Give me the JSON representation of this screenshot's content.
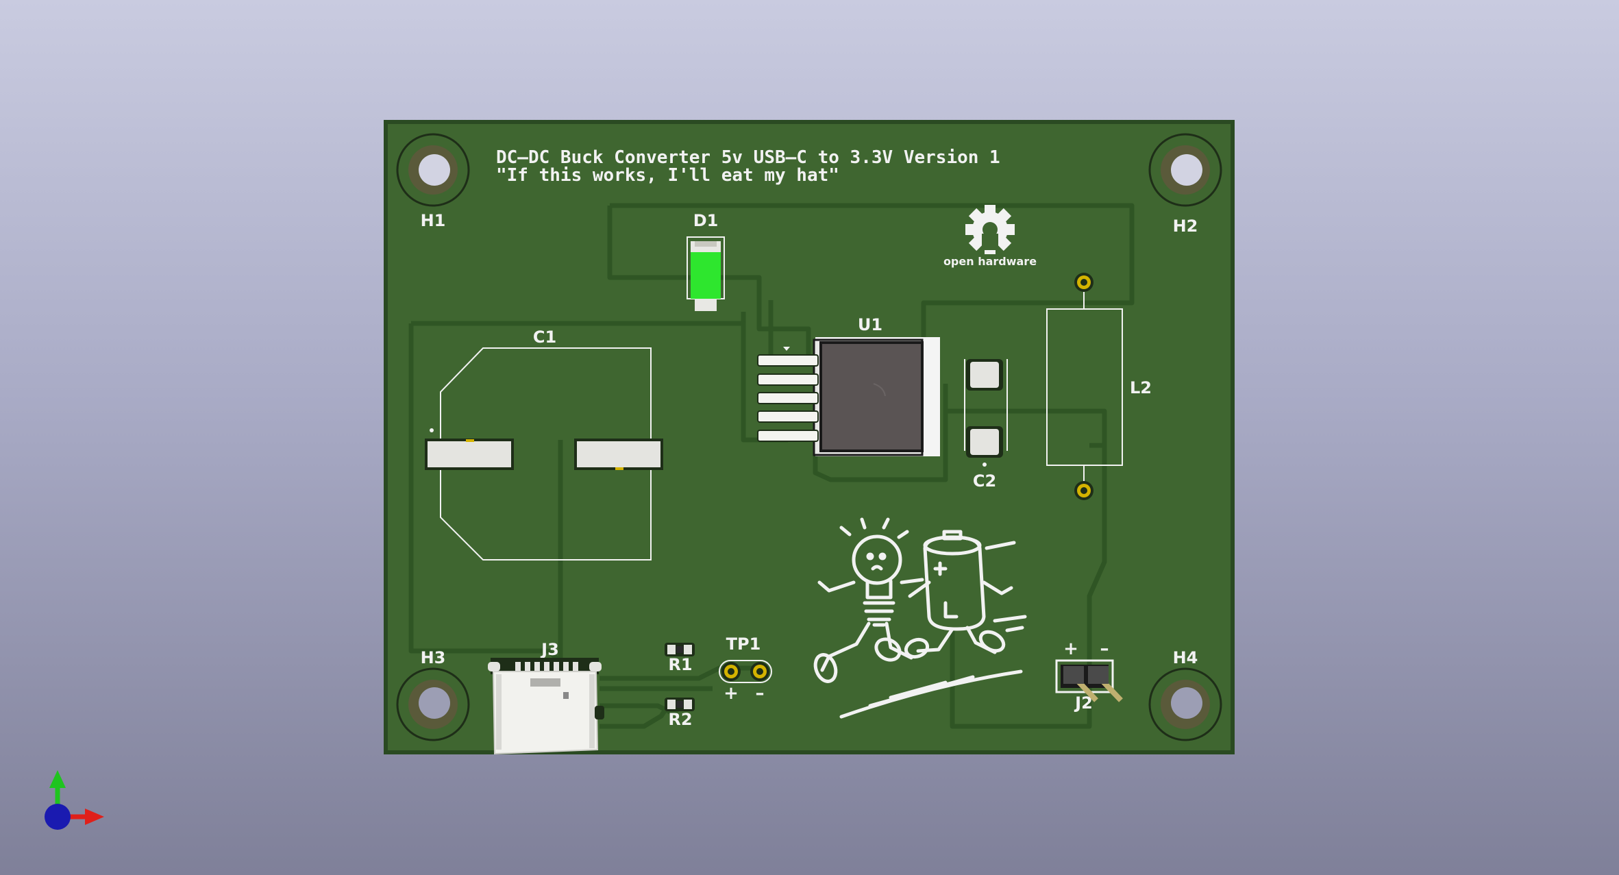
{
  "window": {
    "type": "KiCad 3D Viewer"
  },
  "board": {
    "title_line1": "DC–DC Buck Converter 5v USB–C to 3.3V Version 1",
    "title_line2": "\"If this works, I'll eat my hat\"",
    "colors": {
      "soldermask": "#3f6630",
      "trace": "#2f5524",
      "edge": "#2a4a22",
      "silkscreen": "#f2f2f2",
      "copper_pad": "#d8d8d0",
      "gold": "#d4b300",
      "led_green": "#2ee62e"
    }
  },
  "designators": {
    "H1": "H1",
    "H2": "H2",
    "H3": "H3",
    "H4": "H4",
    "D1": "D1",
    "C1": "C1",
    "C2": "C2",
    "U1": "U1",
    "L2": "L2",
    "J2": "J2",
    "J3": "J3",
    "R1": "R1",
    "R2": "R2",
    "TP1": "TP1"
  },
  "polarity": {
    "tp1_plus": "+",
    "tp1_minus": "–",
    "j2_plus": "+",
    "j2_minus": "–"
  },
  "logo": {
    "text": "open hardware",
    "icon": "oshw-gear-icon"
  },
  "artwork": {
    "icon": "lightbulb-and-battery-running-icon"
  },
  "axes": {
    "icon": "xyz-axis-gizmo-icon",
    "x_color": "#e0201a",
    "y_color": "#1fc41f",
    "z_color": "#1a1ab0"
  }
}
